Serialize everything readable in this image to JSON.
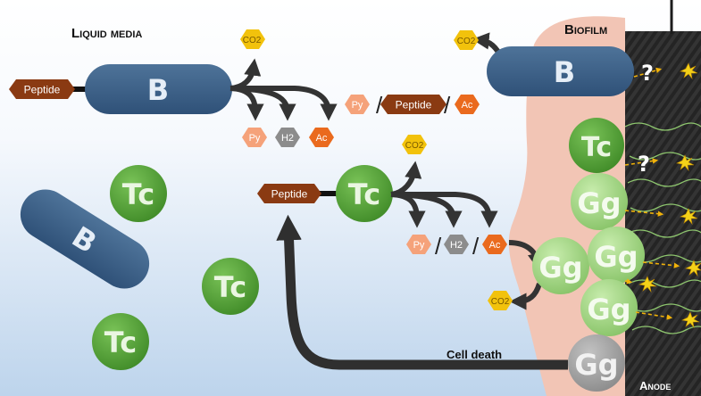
{
  "labels": {
    "liquid_media": "Liquid media",
    "biofilm": "Biofilm",
    "anode": "Anode",
    "cell_death": "Cell death"
  },
  "organisms": {
    "bacteroides": "B",
    "tepidanaerobacter": "Tc",
    "geobacter": "Gg"
  },
  "molecules": {
    "peptide": "Peptide",
    "pyruvate": "Py",
    "hydrogen": "H2",
    "acetate": "Ac",
    "carbon_dioxide": "CO2",
    "separator": "/"
  },
  "unknown_transfer": "?",
  "colors": {
    "bacteroides_blue": "#3c5f86",
    "tc_green": "#5aa03a",
    "gg_light_green": "#a8d98a",
    "gg_dead_gray": "#9e9e9e",
    "biofilm_pink": "#f2c5b5",
    "peptide_brown": "#8a3a12",
    "pyruvate_peach": "#f5a27a",
    "acetate_orange": "#ea6a1e",
    "hydrogen_gray": "#8c8c8c",
    "co2_yellow": "#f2c20c",
    "anode_dark": "#262626",
    "electron_yellow": "#f4d219"
  }
}
